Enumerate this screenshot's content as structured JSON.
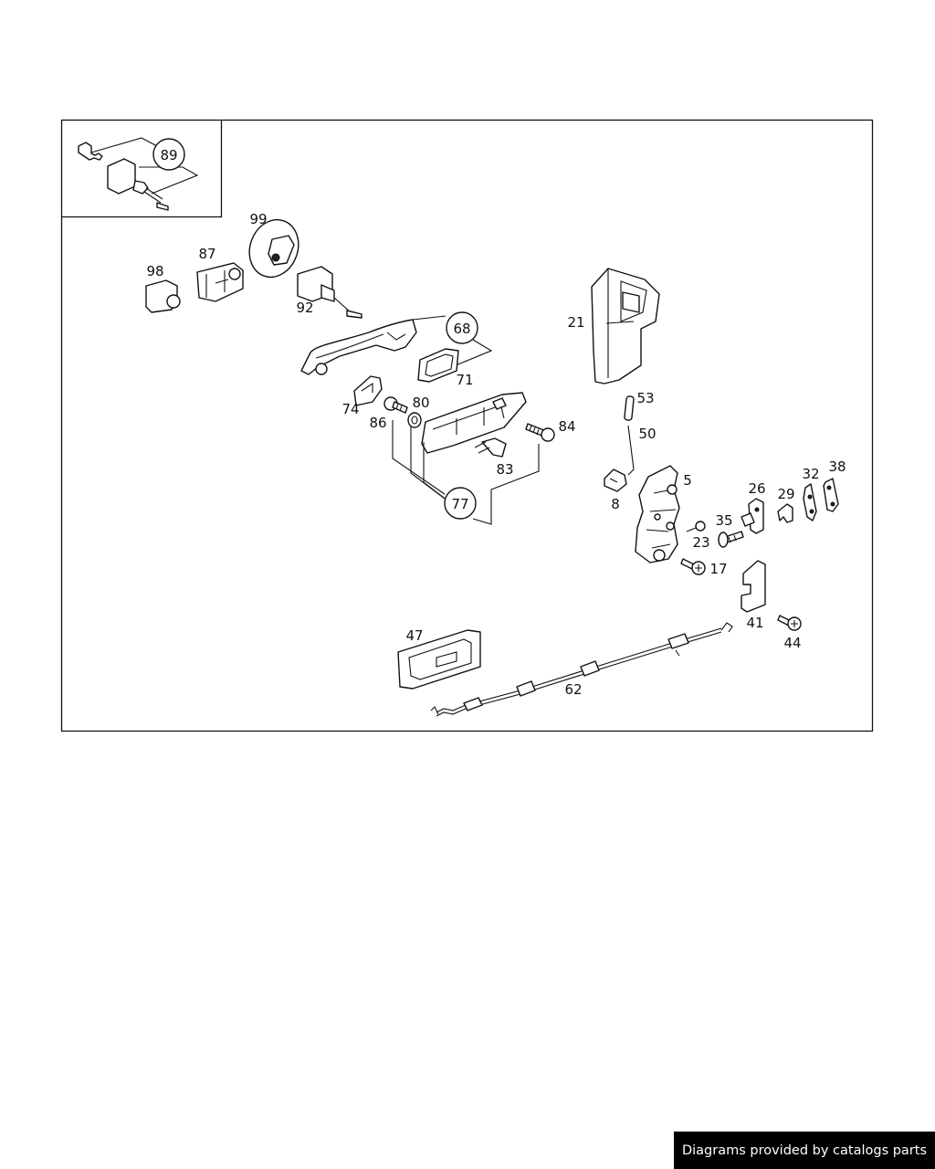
{
  "labels": {
    "89": "89",
    "99": "99",
    "87": "87",
    "98": "98",
    "92": "92",
    "68": "68",
    "71": "71",
    "74": "74",
    "80": "80",
    "86": "86",
    "84": "84",
    "83": "83",
    "77": "77",
    "21": "21",
    "53": "53",
    "50": "50",
    "5": "5",
    "8": "8",
    "26": "26",
    "29": "29",
    "32": "32",
    "38": "38",
    "35": "35",
    "23": "23",
    "17": "17",
    "41": "41",
    "44": "44",
    "47": "47",
    "62": "62"
  },
  "footer": {
    "text": "Diagrams provided by catalogs parts"
  }
}
